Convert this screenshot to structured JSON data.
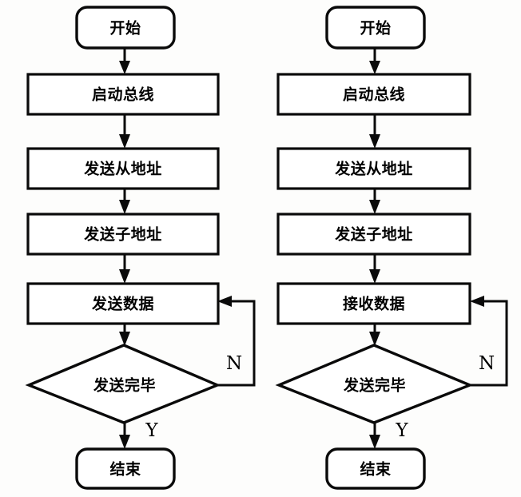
{
  "figure": {
    "type": "flowchart-pair",
    "background_color": "#fdfdfc",
    "line_color": "#0a0a0a",
    "fill_color": "#ffffff"
  },
  "charts": [
    {
      "id": "left",
      "name": "send-data-flowchart",
      "nodes": [
        {
          "id": "start",
          "shape": "terminator",
          "label": "开始"
        },
        {
          "id": "start-bus",
          "shape": "process",
          "label": "启动总线"
        },
        {
          "id": "send-slave-address",
          "shape": "process",
          "label": "发送从地址"
        },
        {
          "id": "send-sub-address",
          "shape": "process",
          "label": "发送子地址"
        },
        {
          "id": "transfer-data",
          "shape": "process",
          "label": "发送数据"
        },
        {
          "id": "transfer-complete",
          "shape": "decision",
          "label": "发送完毕"
        },
        {
          "id": "end",
          "shape": "terminator",
          "label": "结束"
        }
      ],
      "branches": {
        "no": "N",
        "yes": "Y"
      }
    },
    {
      "id": "right",
      "name": "receive-data-flowchart",
      "nodes": [
        {
          "id": "start",
          "shape": "terminator",
          "label": "开始"
        },
        {
          "id": "start-bus",
          "shape": "process",
          "label": "启动总线"
        },
        {
          "id": "send-slave-address",
          "shape": "process",
          "label": "发送从地址"
        },
        {
          "id": "send-sub-address",
          "shape": "process",
          "label": "发送子地址"
        },
        {
          "id": "transfer-data",
          "shape": "process",
          "label": "接收数据"
        },
        {
          "id": "transfer-complete",
          "shape": "decision",
          "label": "发送完毕"
        },
        {
          "id": "end",
          "shape": "terminator",
          "label": "结束"
        }
      ],
      "branches": {
        "no": "N",
        "yes": "Y"
      }
    }
  ]
}
